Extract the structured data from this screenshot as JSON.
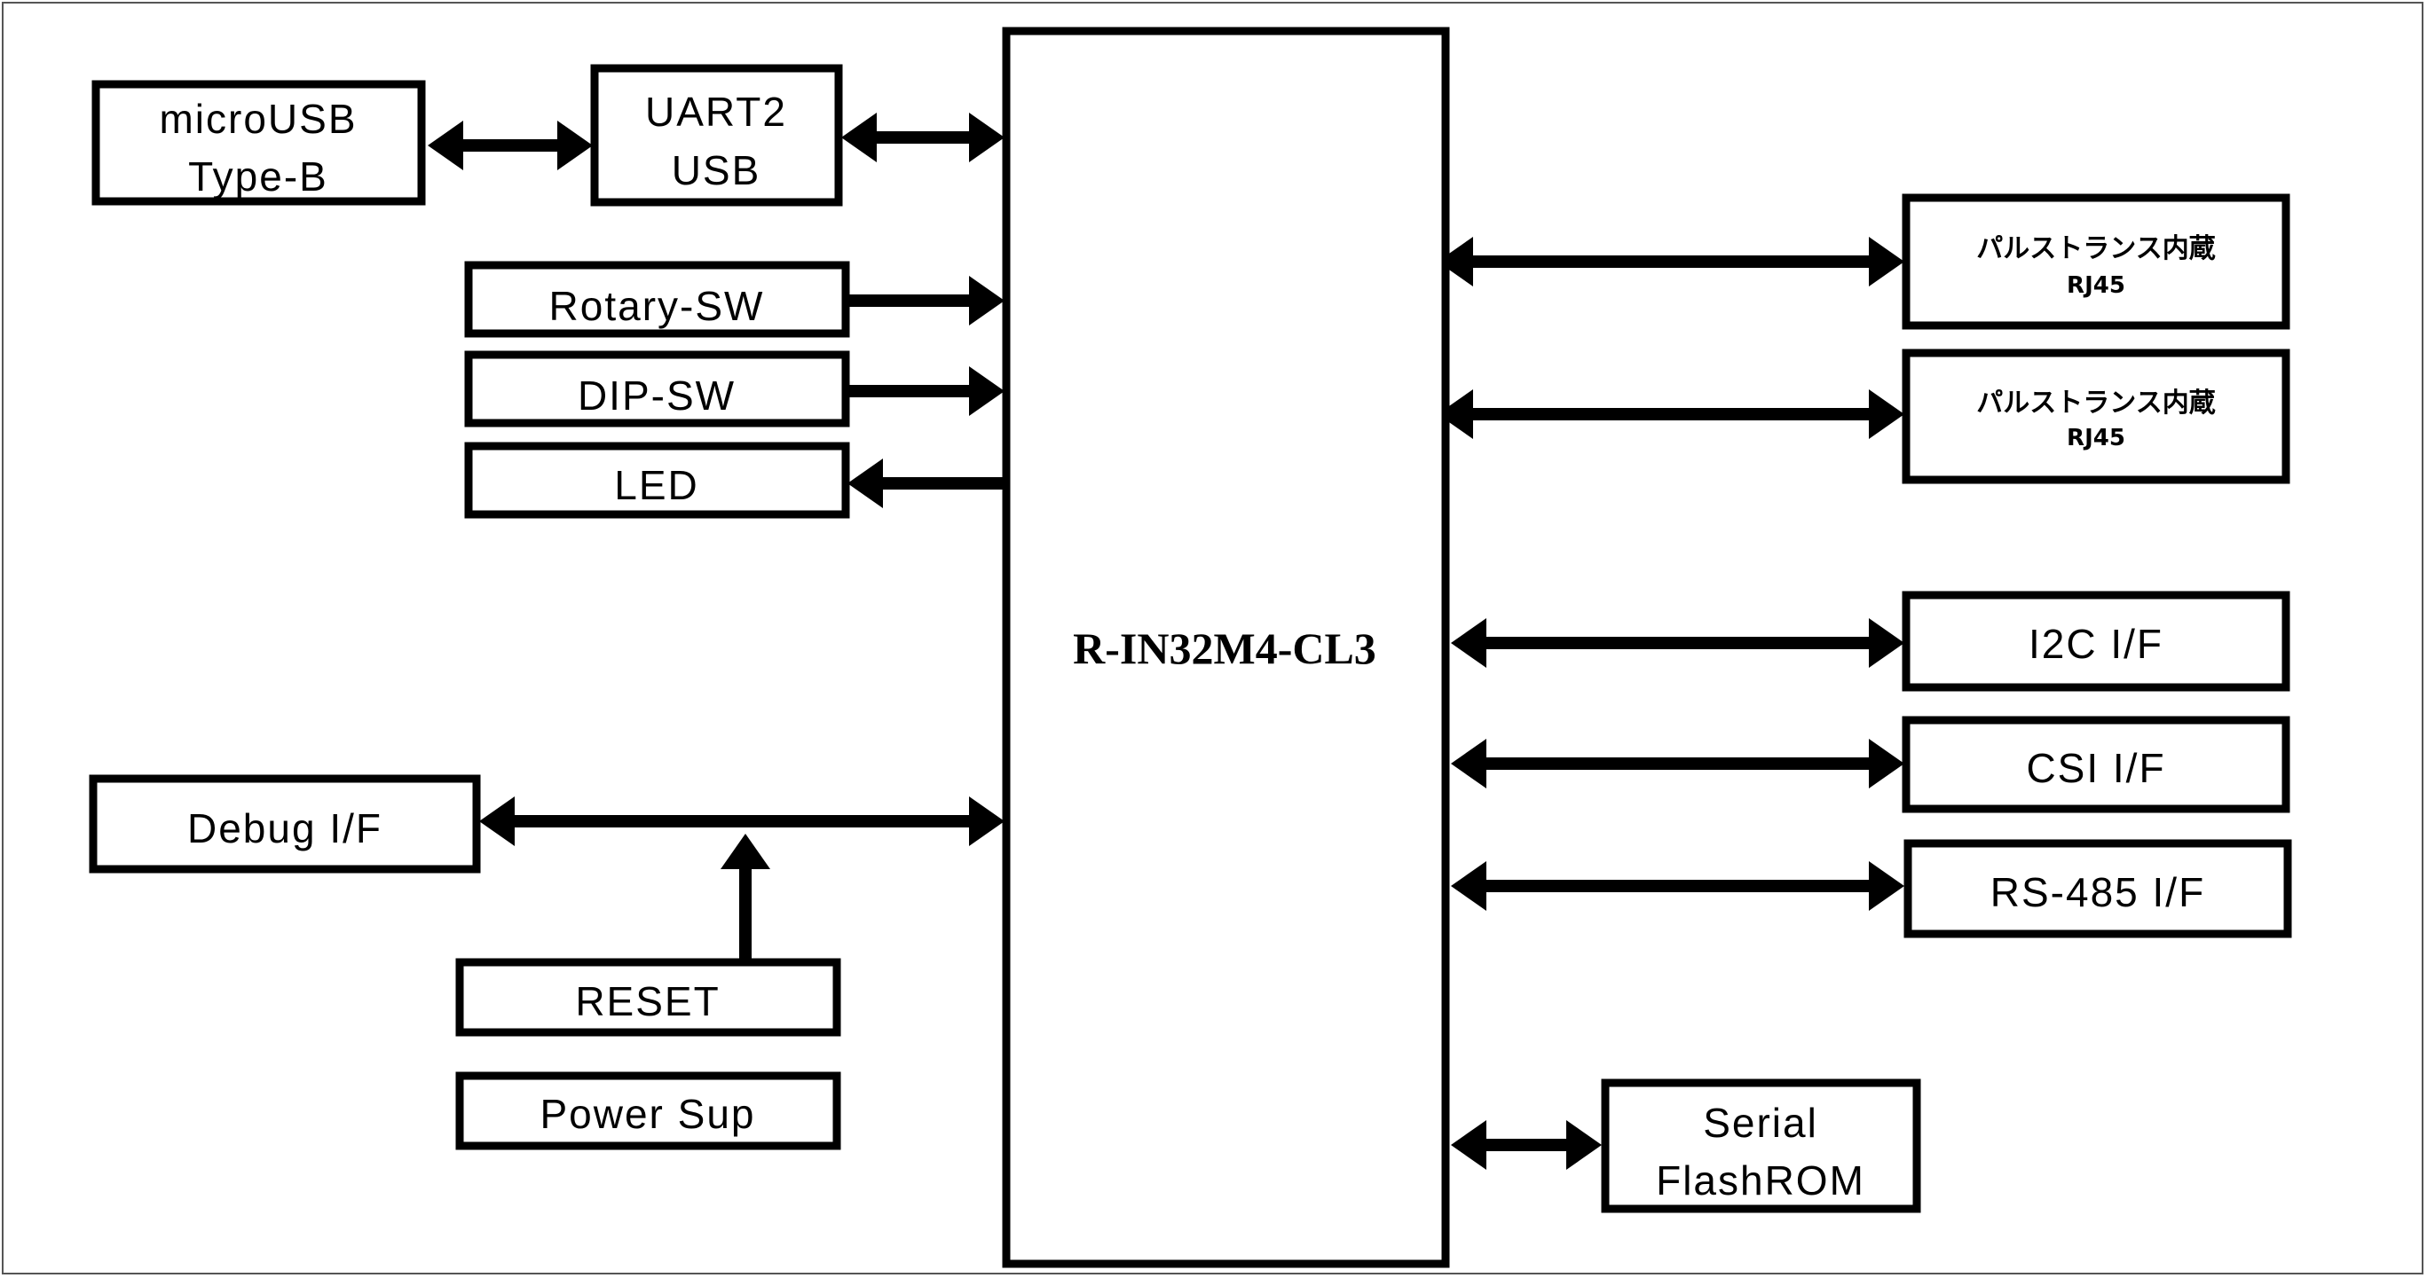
{
  "diagram": {
    "mcu": {
      "label": "R-IN32M4-CL3"
    },
    "left_blocks": {
      "micro_usb": {
        "line1": "microUSB",
        "line2": "Type-B"
      },
      "uart2usb": {
        "line1": "UART2",
        "line2": "USB"
      },
      "rotary_sw": "Rotary-SW",
      "dip_sw": "DIP-SW",
      "led": "LED",
      "debug_if": "Debug I/F",
      "reset": "RESET",
      "power_sup": "Power Sup"
    },
    "right_blocks": {
      "rj45_1": {
        "line1": "パルストランス内蔵",
        "line2": "RJ45"
      },
      "rj45_2": {
        "line1": "パルストランス内蔵",
        "line2": "RJ45"
      },
      "i2c_if": "I2C I/F",
      "csi_if": "CSI I/F",
      "rs485_if": "RS-485 I/F",
      "serial_flash": {
        "line1": "Serial",
        "line2": "FlashROM"
      }
    }
  }
}
